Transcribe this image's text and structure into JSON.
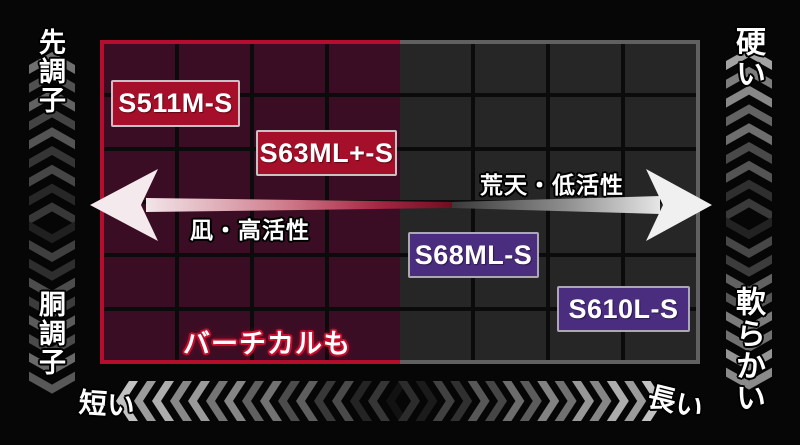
{
  "chart_data": {
    "type": "scatter",
    "title": "",
    "x_axis": {
      "left_label": "短い",
      "right_label": "長い"
    },
    "y_axis_left": {
      "top_label": "先調子",
      "bottom_label": "胴調子"
    },
    "y_axis_right": {
      "top_label": "硬い",
      "bottom_label": "軟らかい"
    },
    "condition_arrow": {
      "left_label": "凪・高活性",
      "right_label": "荒天・低活性"
    },
    "grid": {
      "cols": 8,
      "rows": 6
    },
    "zones": [
      {
        "name": "left-short",
        "bg": "#3b0d24",
        "border": "#b50d2e",
        "col_start": 0,
        "col_end": 4
      },
      {
        "name": "right-long",
        "bg": "#262626",
        "border": "#606060",
        "col_start": 4,
        "col_end": 8
      }
    ],
    "points": [
      {
        "label": "S511M-S",
        "x": 1.0,
        "y": 1.2,
        "fill": "#a50f29",
        "border": "#c8c2c4"
      },
      {
        "label": "S63ML+-S",
        "x": 3.0,
        "y": 2.1,
        "fill": "#a50f29",
        "border": "#c8c2c4"
      },
      {
        "label": "S68ML-S",
        "x": 5.0,
        "y": 4.0,
        "fill": "#4b2d80",
        "border": "#aba7b4"
      },
      {
        "label": "S610L-S",
        "x": 7.0,
        "y": 5.0,
        "fill": "#4b2d80",
        "border": "#aba7b4"
      }
    ],
    "annotations": [
      {
        "label": "バーチカルも",
        "x": 2.0,
        "y": 5.5,
        "color": "#ffffff",
        "outline": "#c60f2e"
      }
    ]
  }
}
